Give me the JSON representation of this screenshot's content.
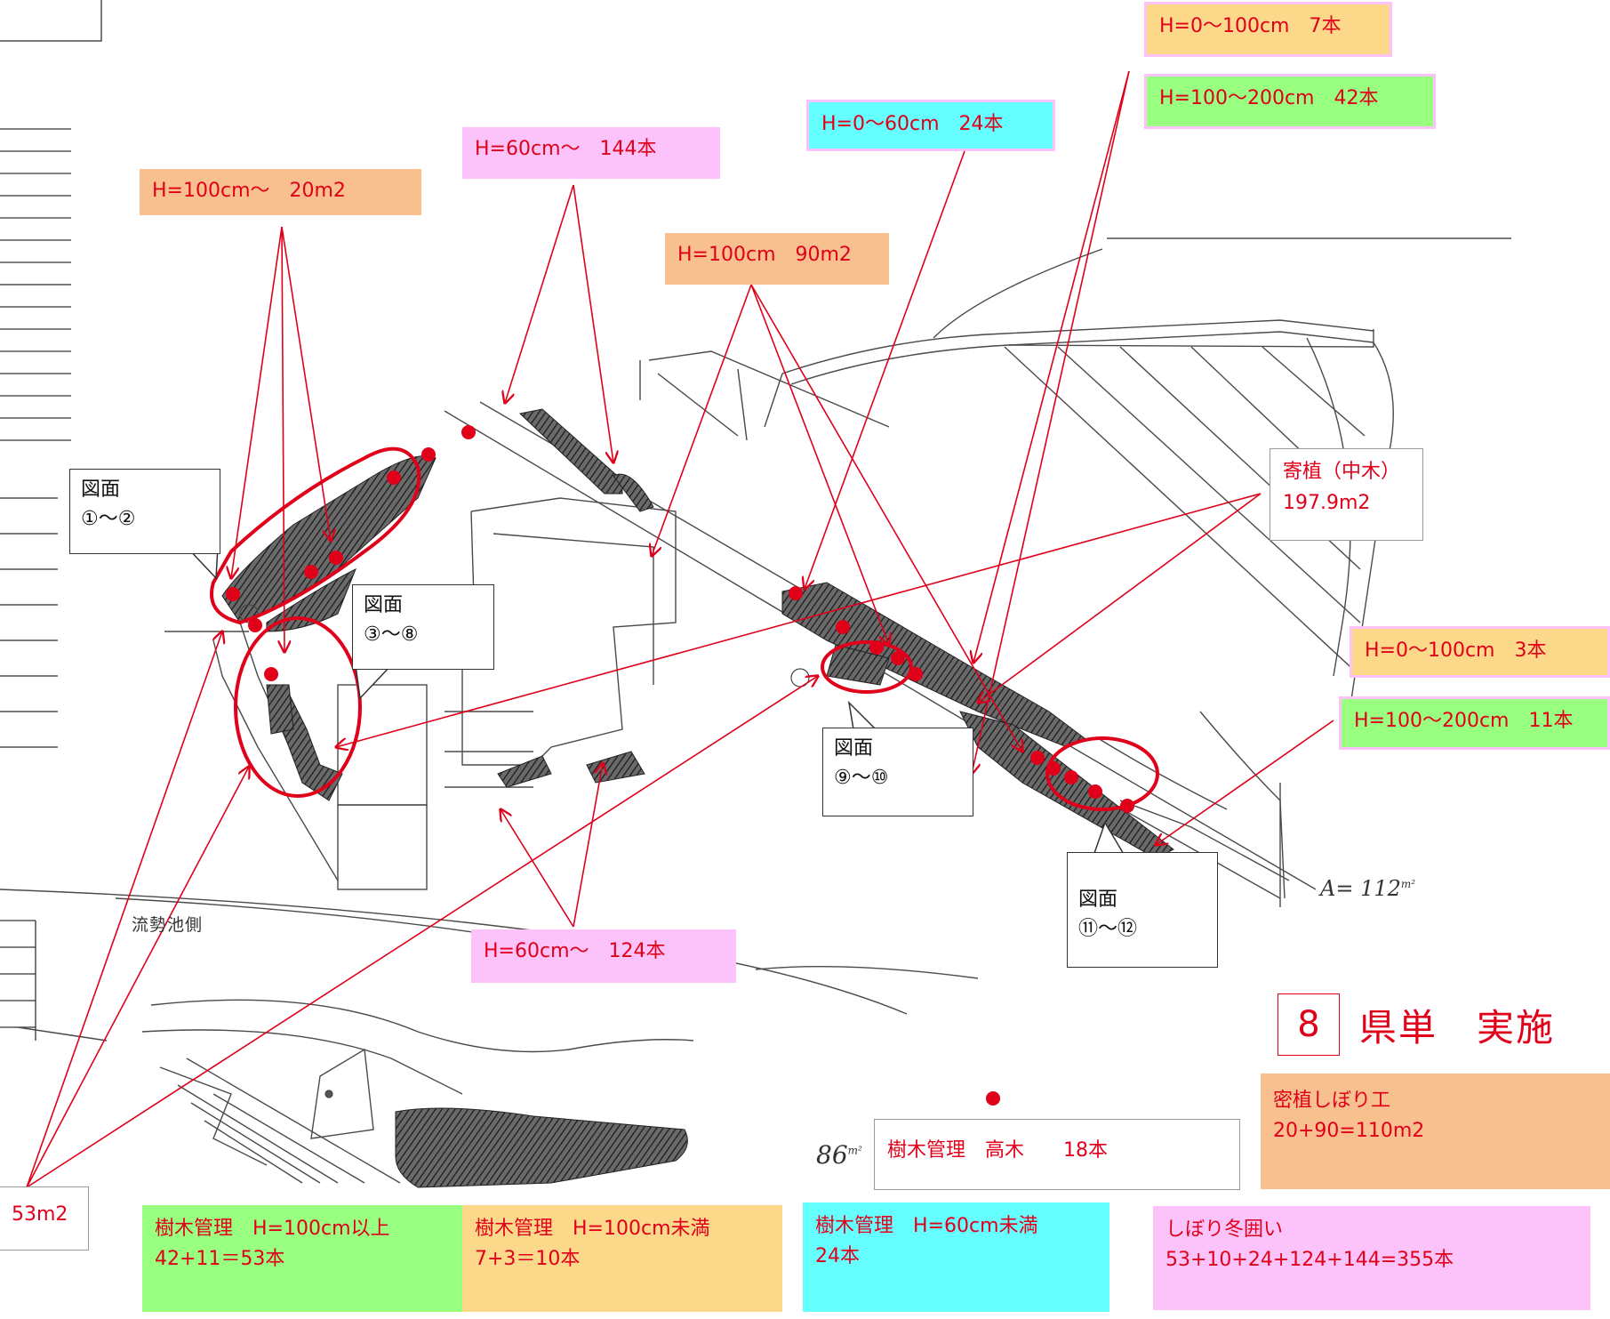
{
  "colors": {
    "orange": "#f8c08f",
    "pink": "#fcc3fb",
    "cyan": "#66ffff",
    "yellow": "#fcd98a",
    "green": "#99ff80",
    "annotation_red": "#e0001a"
  },
  "labels": {
    "orange_h100_20m2": "H=100cm～　20m2",
    "pink_h60_144": "H=60cm～　144本",
    "cyan_h0_60_24": "H=0～60cm　24本",
    "orange_h100_90m2": "H=100cm　90m2",
    "yellow_h0_100_7": "H=0～100cm　7本",
    "green_h100_200_42": "H=100～200cm　42本",
    "yose_title": "寄植（中木）",
    "yose_area": "197.9m2",
    "yellow_h0_100_3": "H=0～100cm　3本",
    "green_h100_200_11": "H=100～200cm　11本",
    "pink_h60_124": "H=60cm～　124本",
    "partial_m2": "53m2"
  },
  "callouts": {
    "fig1_title": "図面",
    "fig1_range": "①～②",
    "fig2_title": "図面",
    "fig2_range": "③～⑧",
    "fig3_title": "図面",
    "fig3_range": "⑨～⑩",
    "fig4_title": "図面",
    "fig4_range": "⑪～⑫"
  },
  "stamp": {
    "number": "8",
    "title": "県単　実施"
  },
  "summary": {
    "tall_tree": "樹木管理　高木　　18本",
    "mitsu_line1": "密植しぼり工",
    "mitsu_line2": "20+90=110m2",
    "h100up_line1": "樹木管理　H=100cm以上",
    "h100up_line2": "42+11＝53本",
    "h100under_line1": "樹木管理　H=100cm未満",
    "h100under_line2": "7+3＝10本",
    "h60under_line1": "樹木管理　H=60cm未満",
    "h60under_line2": "24本",
    "shibori_line1": "しぼり冬囲い",
    "shibori_line2": "53+10+24+124+144=355本"
  },
  "drawing_text": {
    "area_note": "A= 112",
    "area_unit": "m²",
    "left_note": "86",
    "left_unit": "m²",
    "place_name": "流勢池側"
  }
}
